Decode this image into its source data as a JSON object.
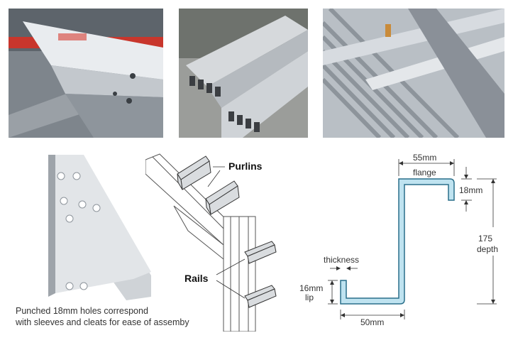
{
  "caption": {
    "line1": "Punched 18mm holes correspond",
    "line2": "with sleeves and cleats for ease of assemby"
  },
  "frame_diagram": {
    "purlins_label": "Purlins",
    "rails_label": "Rails"
  },
  "z_section": {
    "flange_dim": "55mm",
    "flange_label": "flange",
    "lip_top_dim": "18mm",
    "depth_dim": "175",
    "depth_label": "depth",
    "thickness_label": "thickness",
    "lip_bottom_dim": "16mm",
    "lip_bottom_label": "lip",
    "bottom_dim": "50mm"
  },
  "colors": {
    "section_fill": "#bfe3f0",
    "section_stroke": "#2a6f8a",
    "galvanised": "#c9cdd2"
  }
}
